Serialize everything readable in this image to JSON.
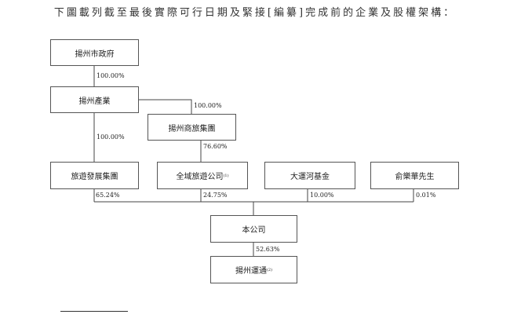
{
  "title": "下圖載列截至最後實際可行日期及緊接[編纂]完成前的企業及股權架構：",
  "entities": {
    "yangzhou_gov": {
      "label": "揚州市政府",
      "note": ""
    },
    "yangzhou_industry": {
      "label": "揚州產業",
      "note": ""
    },
    "yangzhou_commerce_tourism": {
      "label": "揚州商旅集團",
      "note": ""
    },
    "tourism_development": {
      "label": "旅遊發展集團",
      "note": ""
    },
    "quanyu_tourism": {
      "label": "全域旅遊公司",
      "note": "(1)"
    },
    "grand_canal_fund": {
      "label": "大運河基金",
      "note": ""
    },
    "mr_yu": {
      "label": "俞樂華先生",
      "note": ""
    },
    "company": {
      "label": "本公司",
      "note": ""
    },
    "yangzhou_yuntong": {
      "label": "揚州運通",
      "note": "(2)"
    }
  },
  "shareholdings": {
    "gov_to_industry": "100.00%",
    "industry_to_commerce": "100.00%",
    "industry_to_tourism_dev": "100.00%",
    "commerce_to_quanyu": "76.60%",
    "tourism_dev_to_company": "65.24%",
    "quanyu_to_company": "24.75%",
    "fund_to_company": "10.00%",
    "yu_to_company": "0.01%",
    "company_to_yuntong": "52.63%"
  }
}
